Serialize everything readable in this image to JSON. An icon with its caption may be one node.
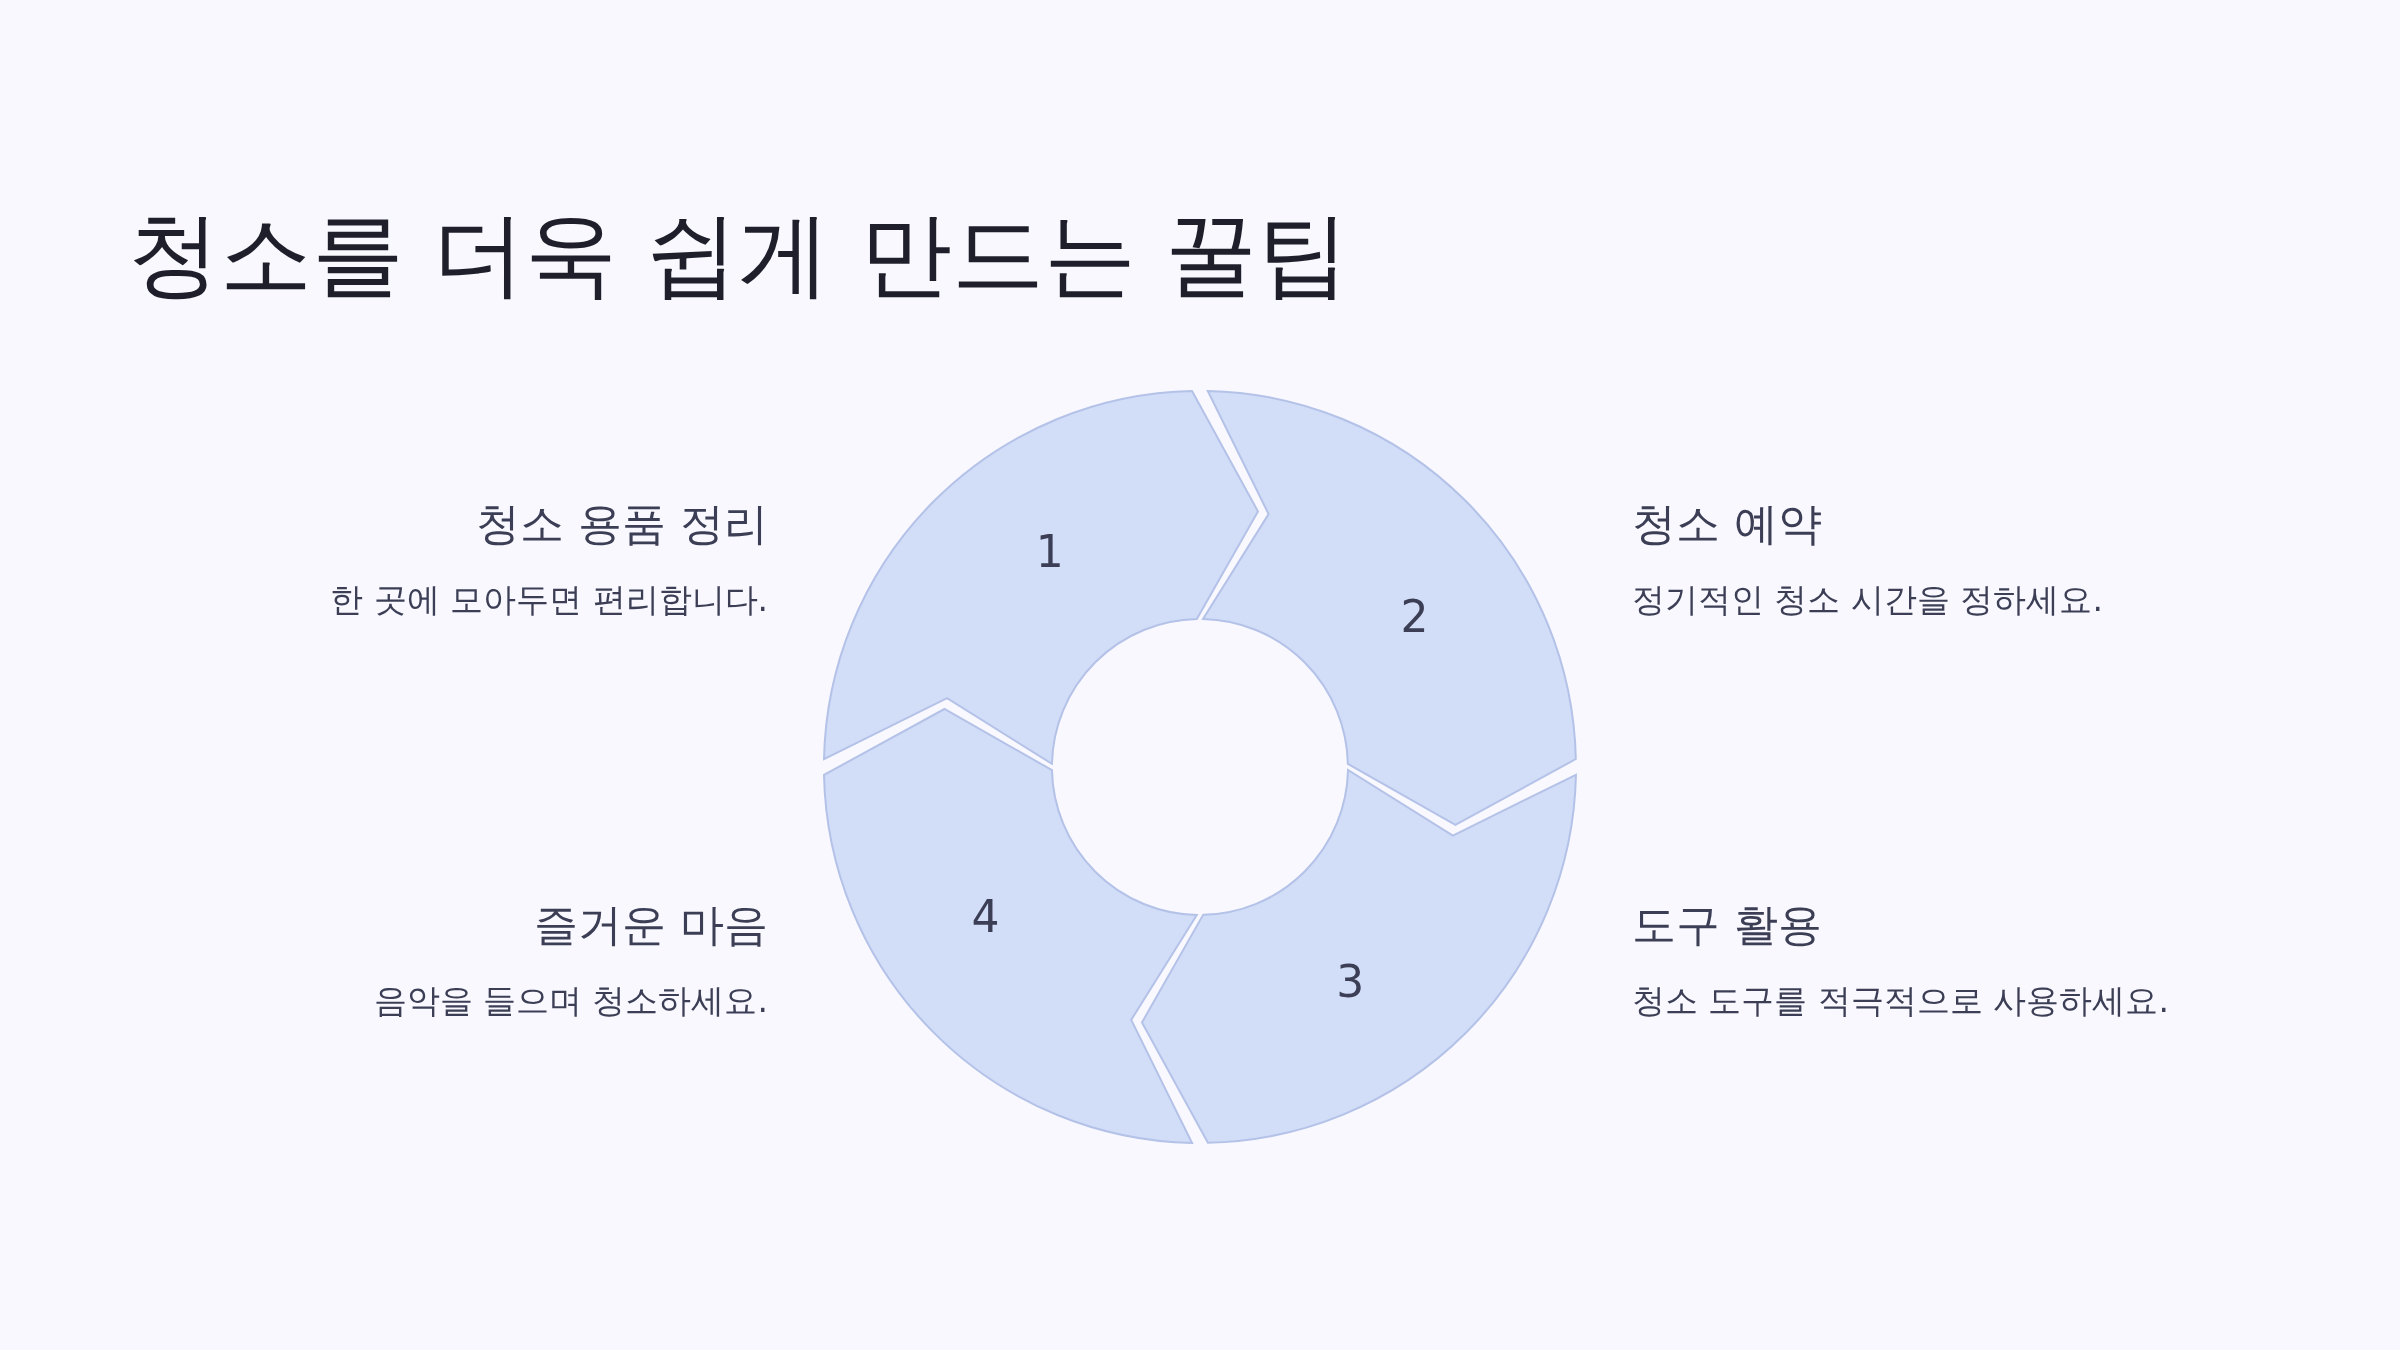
{
  "diagram": {
    "title": "청소를 더욱 쉽게 만드는 꿀팁",
    "nodes": [
      {
        "text": [
          "1"
        ],
        "beside": [
          "청소 용품 정리",
          "한 곳에 모아두면 편리합니다."
        ]
      },
      {
        "text": [
          "2"
        ],
        "beside": [
          "청소 예약",
          "정기적인 청소 시간을 정하세요."
        ]
      },
      {
        "text": [
          "3"
        ],
        "beside": [
          "도구 활용",
          "청소 도구를 적극적으로 사용하세요."
        ]
      },
      {
        "text": [
          "4"
        ],
        "beside": [
          "즐거운 마음",
          "음악을 들으며 청소하세요."
        ]
      }
    ]
  }
}
